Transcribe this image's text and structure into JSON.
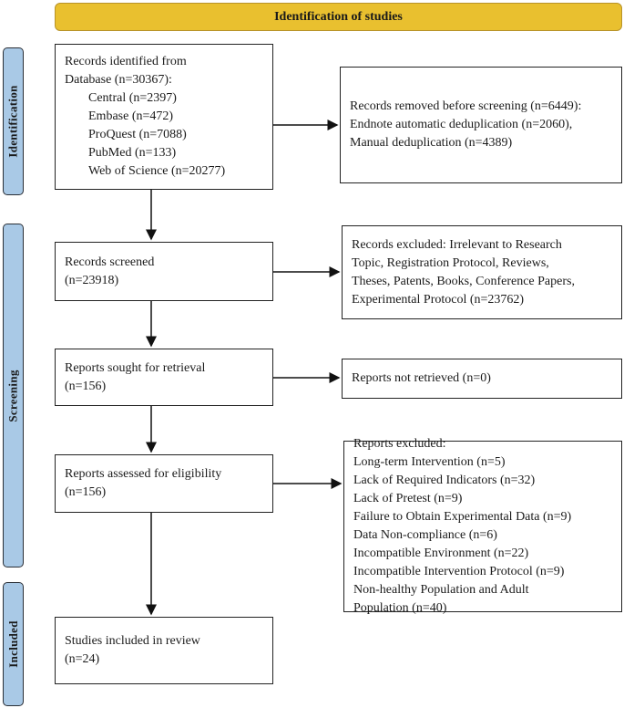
{
  "header": {
    "title": "Identification of studies",
    "color": "#e9c02f"
  },
  "phases": {
    "identification": "Identification",
    "screening": "Screening",
    "included": "Included",
    "color": "#a9c9e6"
  },
  "boxes": {
    "identified": {
      "lines": [
        "Records identified from",
        "Database (n=30367):"
      ],
      "sources": [
        "Central (n=2397)",
        "Embase (n=472)",
        "ProQuest (n=7088)",
        "PubMed (n=133)",
        "Web of Science (n=20277)"
      ]
    },
    "removed": {
      "lines": [
        "Records removed before screening (n=6449):",
        "Endnote automatic deduplication (n=2060),",
        "Manual deduplication (n=4389)"
      ]
    },
    "screened": {
      "lines": [
        "Records screened",
        "(n=23918)"
      ]
    },
    "excluded": {
      "lines": [
        "Records excluded: Irrelevant to Research",
        "Topic, Registration Protocol, Reviews,",
        "Theses, Patents, Books, Conference Papers,",
        "Experimental Protocol (n=23762)"
      ]
    },
    "sought": {
      "lines": [
        "Reports sought for retrieval",
        "(n=156)"
      ]
    },
    "not_retrieved": {
      "lines": [
        "Reports not retrieved (n=0)"
      ]
    },
    "assessed": {
      "lines": [
        "Reports assessed for eligibility",
        "(n=156)"
      ]
    },
    "reports_excluded": {
      "lines": [
        "Reports excluded:",
        "Long-term Intervention (n=5)",
        "Lack of Required Indicators (n=32)",
        "Lack of Pretest (n=9)",
        "Failure to Obtain Experimental Data (n=9)",
        "Data Non-compliance (n=6)",
        "Incompatible Environment (n=22)",
        "Incompatible Intervention Protocol (n=9)",
        "Non-healthy Population and Adult",
        "Population (n=40)"
      ]
    },
    "included": {
      "lines": [
        "Studies included in review",
        "(n=24)"
      ]
    }
  }
}
